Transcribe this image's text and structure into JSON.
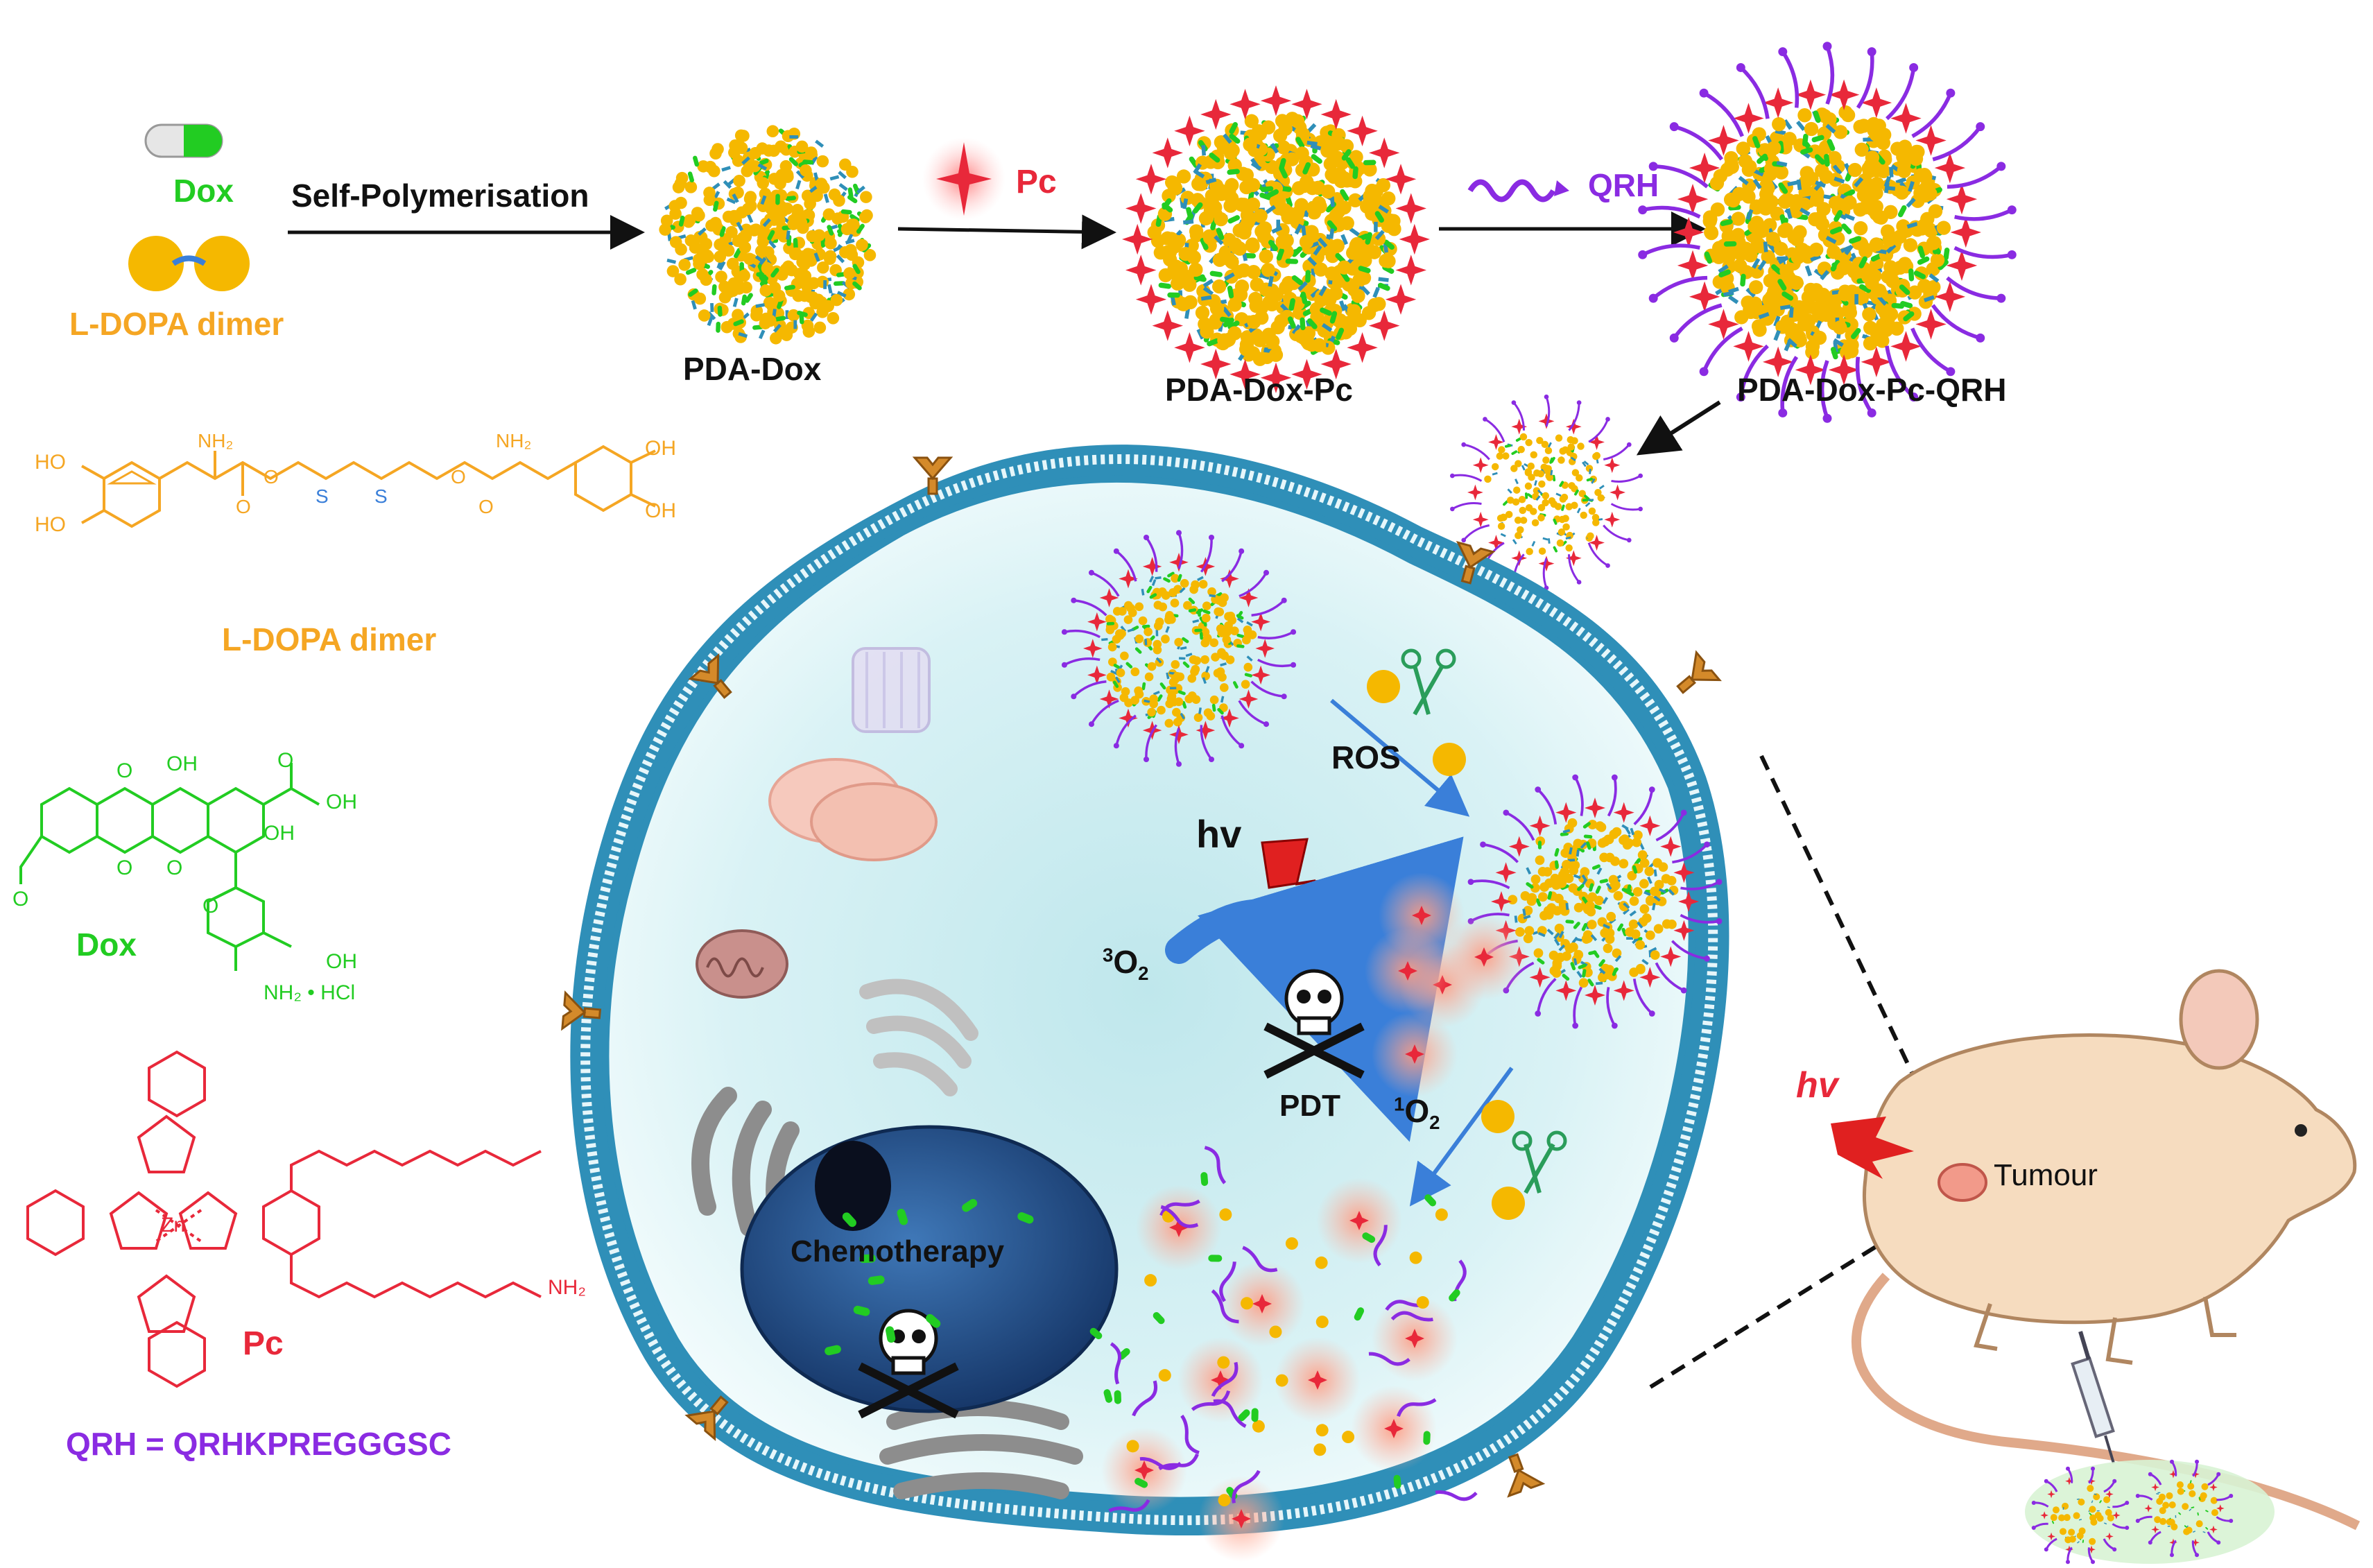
{
  "colors": {
    "dox_green": "#22cc22",
    "dopa_orange": "#f5a623",
    "pc_red": "#e8283a",
    "qrh_purple": "#8a2be2",
    "membrane_blue": "#2f8fb8",
    "cytoplasm": "#d6f1f4",
    "nucleus": "#1f4f8c",
    "arrow_blue": "#3a7fd9",
    "lightning_red": "#e02020"
  },
  "legend": {
    "dox": "Dox",
    "dopa_dimer": "L-DOPA dimer"
  },
  "steps": {
    "self_polymerisation": "Self-Polymerisation",
    "pc": "Pc",
    "qrh": "QRH"
  },
  "particles": {
    "pda_dox": "PDA-Dox",
    "pda_dox_pc": "PDA-Dox-Pc",
    "pda_dox_pc_qrh": "PDA-Dox-Pc-QRH"
  },
  "structures": {
    "dopa_caption": "L-DOPA dimer",
    "dopa_ho_top": "HO",
    "dopa_ho_bottom": "HO",
    "dopa_nh2_left": "NH₂",
    "dopa_nh2_right": "NH₂",
    "dopa_o1": "O",
    "dopa_o2": "O",
    "dopa_o3": "O",
    "dopa_o4": "O",
    "dopa_s1": "S",
    "dopa_s2": "S",
    "dopa_oh_top": "OH",
    "dopa_oh_bottom": "OH",
    "dox_caption": "Dox",
    "dox_oh1": "OH",
    "dox_oh2": "OH",
    "dox_oh3": "OH",
    "dox_oh4": "OH",
    "dox_o1": "O",
    "dox_o2": "O",
    "dox_o3": "O",
    "dox_o4": "O",
    "dox_o5": "O",
    "dox_o6": "O",
    "dox_nh2_hcl": "NH₂ • HCl",
    "pc_caption": "Pc",
    "pc_zn": "Zn",
    "pc_nh2": "NH₂",
    "qrh_definition": "QRH = QRHKPREGGGSC"
  },
  "cell": {
    "ros": "ROS",
    "hv": "hv",
    "o2_triplet_sup": "3",
    "o2_triplet": "O",
    "o2_triplet_sub": "2",
    "o2_singlet_sup": "1",
    "o2_singlet": "O",
    "o2_singlet_sub": "2",
    "pdt": "PDT",
    "chemotherapy": "Chemotherapy"
  },
  "mouse": {
    "hv": "hv",
    "tumour": "Tumour"
  }
}
